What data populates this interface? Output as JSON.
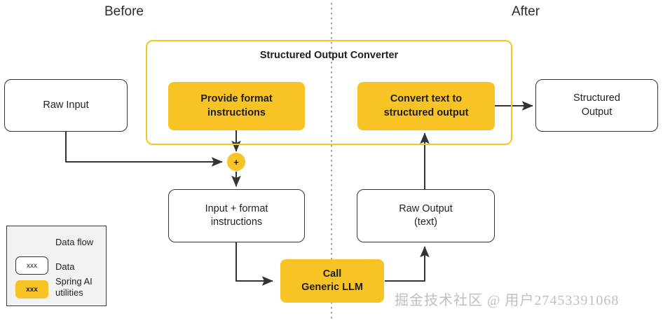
{
  "headers": {
    "before": "Before",
    "after": "After"
  },
  "container": {
    "title": "Structured Output Converter"
  },
  "nodes": {
    "raw_input": "Raw Input",
    "provide_format": "Provide format\ninstructions",
    "provide_format_line1": "Provide format",
    "provide_format_line2": "instructions",
    "convert_text_line1": "Convert text to",
    "convert_text_line2": "structured  output",
    "structured_output_line1": "Structured",
    "structured_output_line2": "Output",
    "input_format_line1": "Input + format",
    "input_format_line2": "instructions",
    "raw_output_line1": "Raw Output",
    "raw_output_line2": "(text)",
    "call_llm_line1": "Call",
    "call_llm_line2": "Generic LLM",
    "plus": "+"
  },
  "legend": {
    "items": [
      {
        "kind": "arrow",
        "chip": "",
        "label": "Data flow"
      },
      {
        "kind": "data",
        "chip": "xxx",
        "label": "Data"
      },
      {
        "kind": "util",
        "chip": "xxx",
        "label_line1": "Spring AI",
        "label_line2": "utilities"
      }
    ]
  },
  "watermark": "掘金技术社区 @ 用户27453391068",
  "colors": {
    "accent_yellow": "#F7C325",
    "container_border": "#F5C426",
    "stroke": "#333333",
    "legend_bg": "#F2F2F2",
    "divider": "#999999",
    "watermark": "#bfbfbf"
  }
}
